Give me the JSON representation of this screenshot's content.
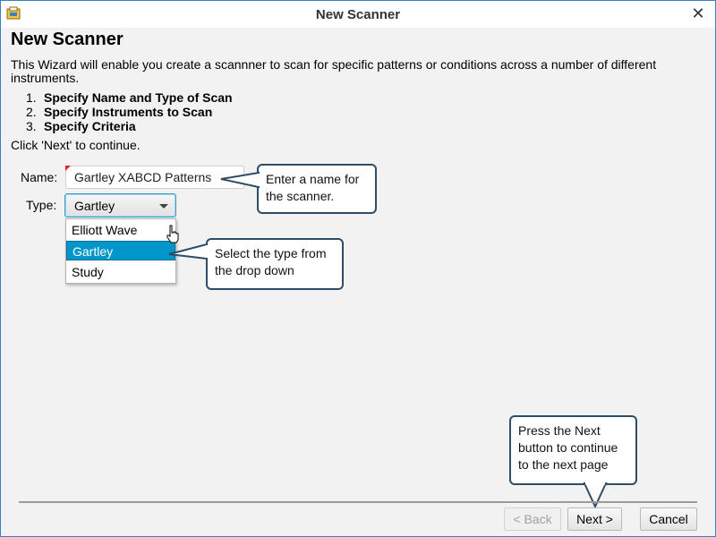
{
  "window": {
    "title": "New Scanner",
    "close_glyph": "✕",
    "icon": "scanner-app-icon"
  },
  "page": {
    "heading": "New Scanner",
    "intro": "This Wizard will enable you create a scannner to scan for specific patterns or conditions across a number of different instruments.",
    "steps": [
      {
        "num": "1.",
        "text": "Specify Name and Type of Scan"
      },
      {
        "num": "2.",
        "text": "Specify Instruments to Scan"
      },
      {
        "num": "3.",
        "text": "Specify Criteria"
      }
    ],
    "continue_text": "Click 'Next' to continue."
  },
  "form": {
    "name_label": "Name:",
    "name_value": "Gartley XABCD Patterns",
    "type_label": "Type:",
    "type_value": "Gartley",
    "type_options": [
      {
        "label": "Elliott Wave",
        "selected": false
      },
      {
        "label": "Gartley",
        "selected": true
      },
      {
        "label": "Study",
        "selected": false
      }
    ]
  },
  "callouts": {
    "name_line1": "Enter a name for",
    "name_line2": "the scanner.",
    "type_line1": "Select the type from",
    "type_line2": "the drop down",
    "next_line1": "Press the Next",
    "next_line2": "button to continue",
    "next_line3": "to the next page"
  },
  "buttons": {
    "back": "< Back",
    "next": "Next >",
    "cancel": "Cancel"
  },
  "colors": {
    "accent": "#0096c9",
    "callout_border": "#2f4b66",
    "window_border": "#3a7fc4"
  }
}
